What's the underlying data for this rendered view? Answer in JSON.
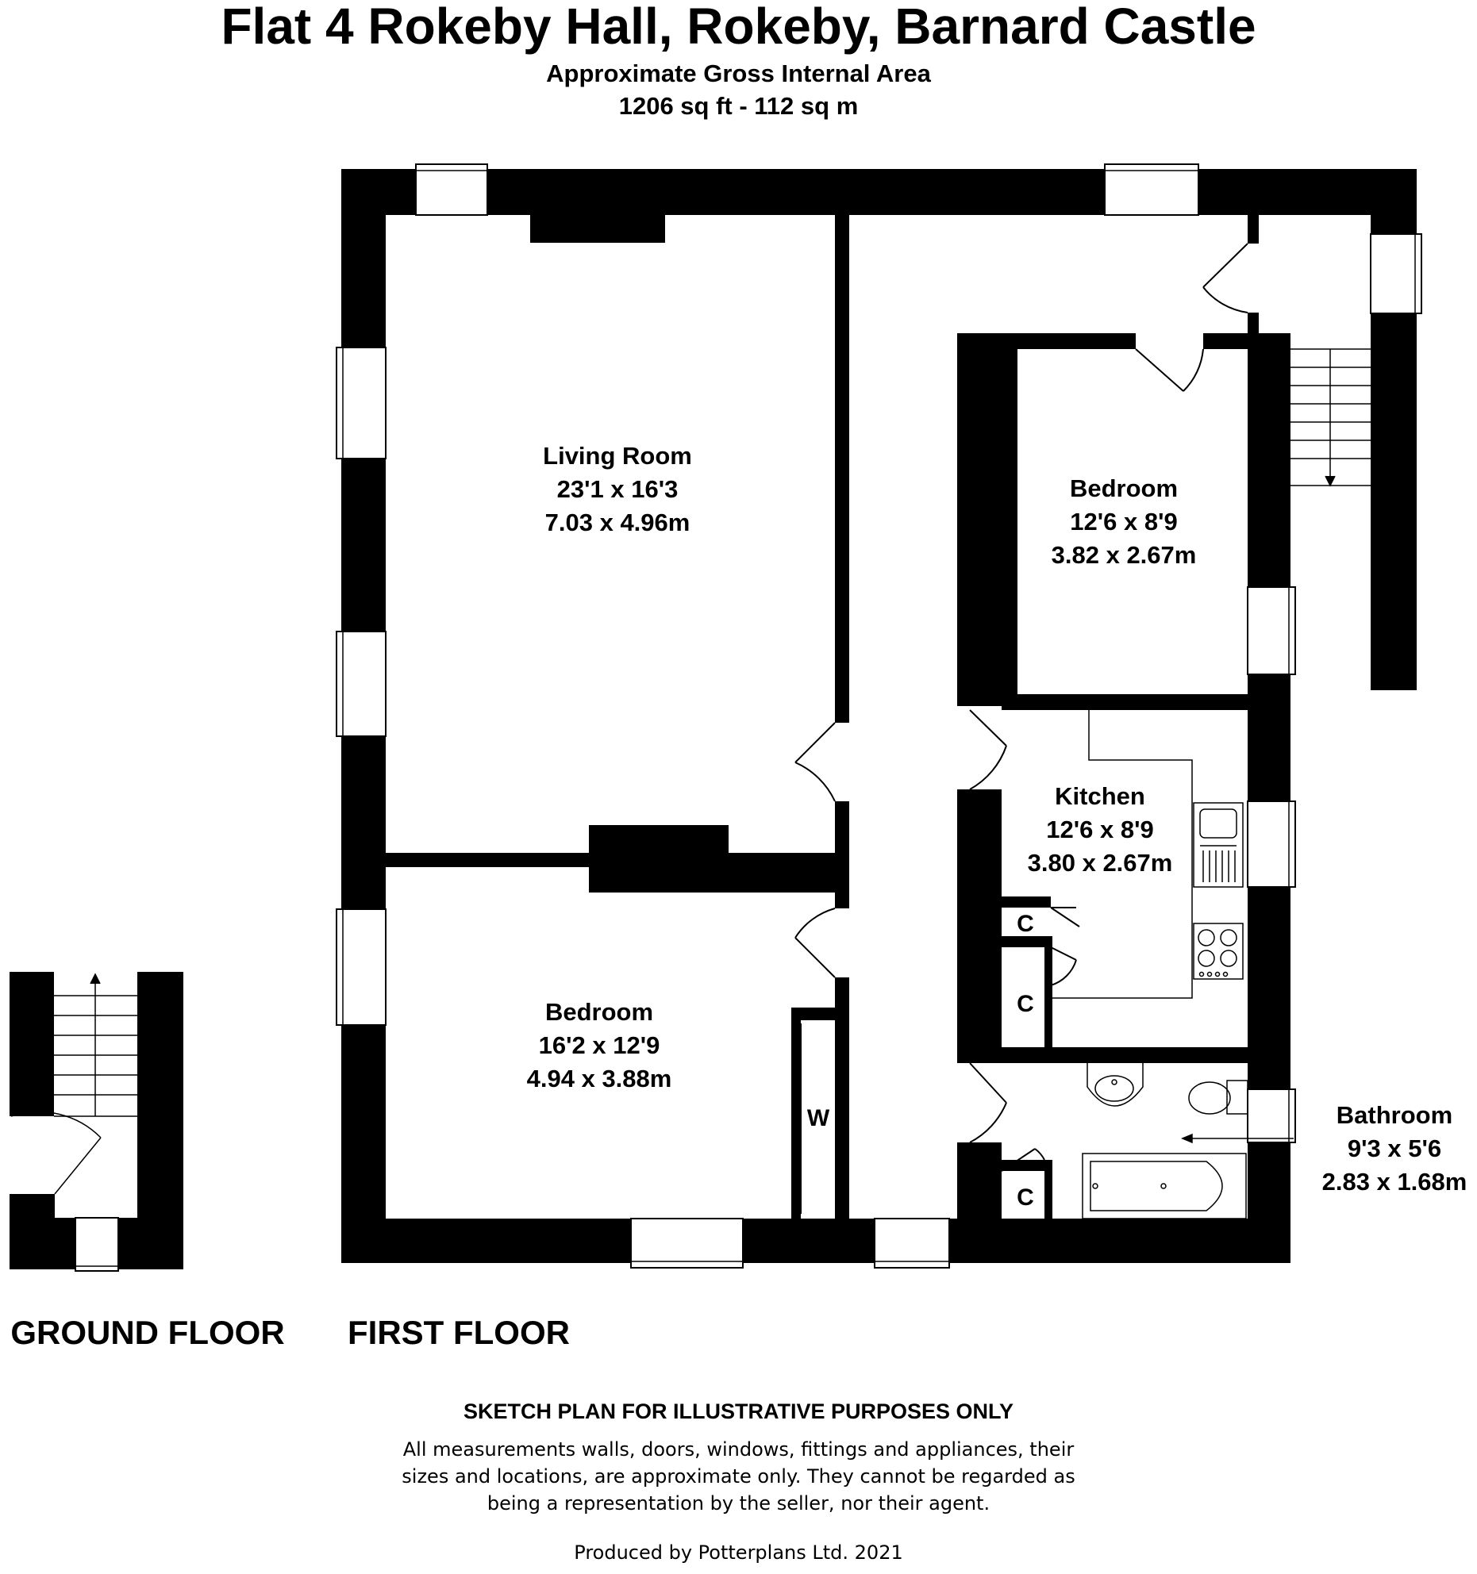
{
  "header": {
    "title": "Flat 4 Rokeby Hall, Rokeby, Barnard Castle",
    "area_label": "Approximate Gross Internal Area",
    "area_value": "1206 sq ft - 112 sq m"
  },
  "rooms": {
    "living_room": {
      "name": "Living Room",
      "imperial": "23'1 x 16'3",
      "metric": "7.03 x 4.96m"
    },
    "bedroom_front": {
      "name": "Bedroom",
      "imperial": "12'6 x 8'9",
      "metric": "3.82 x 2.67m"
    },
    "kitchen": {
      "name": "Kitchen",
      "imperial": "12'6 x 8'9",
      "metric": "3.80 x 2.67m"
    },
    "bedroom_rear": {
      "name": "Bedroom",
      "imperial": "16'2 x 12'9",
      "metric": "4.94 x 3.88m"
    },
    "bathroom": {
      "name": "Bathroom",
      "imperial": "9'3 x 5'6",
      "metric": "2.83 x 1.68m"
    }
  },
  "closets": {
    "cupboard": "C",
    "wardrobe": "W"
  },
  "floors": {
    "ground": "GROUND FLOOR",
    "first": "FIRST FLOOR"
  },
  "disclaimer": {
    "heading": "SKETCH PLAN FOR ILLUSTRATIVE PURPOSES ONLY",
    "line1": "All measurements walls, doors, windows, fittings and appliances, their",
    "line2": "sizes and locations, are approximate only. They cannot be regarded as",
    "line3": "being a representation by the seller, nor their agent."
  },
  "credit": "Produced by Potterplans Ltd. 2021"
}
